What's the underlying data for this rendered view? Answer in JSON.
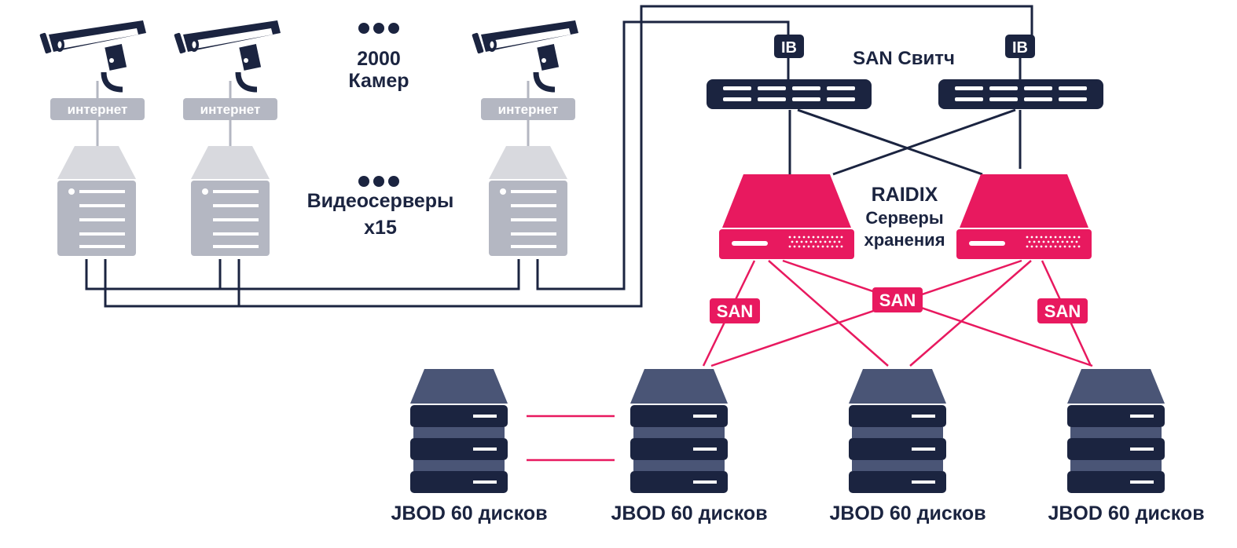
{
  "cameras": {
    "count_number": "2000",
    "count_label": "Камер",
    "link_label": "интернет"
  },
  "video_servers": {
    "title": "Видеосерверы",
    "count": "x15"
  },
  "san_switch": {
    "title": "SAN Свитч",
    "port_label": "IB"
  },
  "storage": {
    "brand": "RAIDIX",
    "line1": "Серверы",
    "line2": "хранения",
    "san_label": "SAN"
  },
  "jbod": {
    "label": "JBOD 60 дисков"
  },
  "colors": {
    "navy": "#1b2440",
    "navy_light": "#4a5576",
    "gray": "#b4b7c2",
    "gray_light": "#d8d9de",
    "pink": "#e8195f"
  }
}
